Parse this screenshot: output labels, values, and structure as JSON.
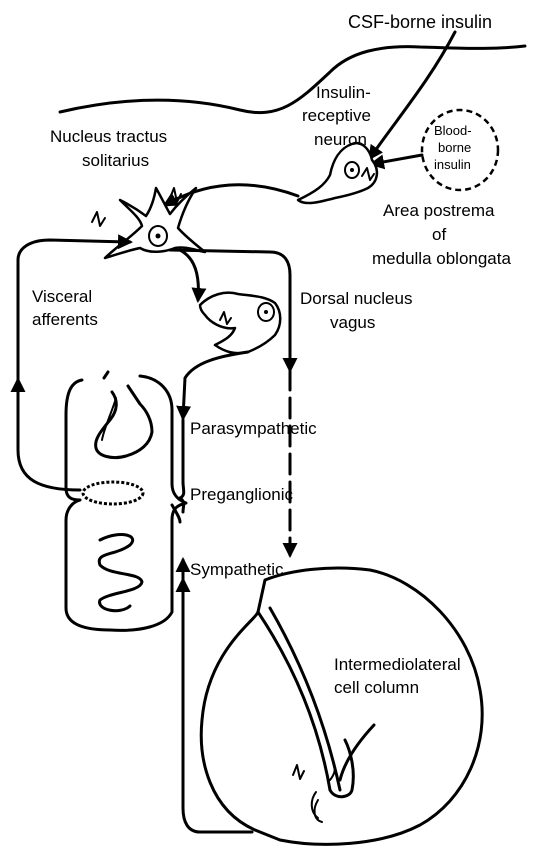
{
  "labels": {
    "csf_insulin": "CSF-borne insulin",
    "insulin_receptive_1": "Insulin-",
    "insulin_receptive_2": "receptive",
    "insulin_receptive_3": "neuron",
    "blood_1": "Blood-",
    "blood_2": "borne",
    "blood_3": "insulin",
    "area_postrema_1": "Area postrema",
    "area_postrema_2": "of",
    "area_postrema_3": "medulla oblongata",
    "nts_1": "Nucleus tractus",
    "nts_2": "solitarius",
    "visceral_1": "Visceral",
    "visceral_2": "afferents",
    "dorsal_1": "Dorsal nucleus",
    "dorsal_2": "vagus",
    "parasympathetic": "Parasympathetic",
    "preganglionic": "Preganglionic",
    "sympathetic": "Sympathetic",
    "iml_1": "Intermediolateral",
    "iml_2": "cell column"
  }
}
